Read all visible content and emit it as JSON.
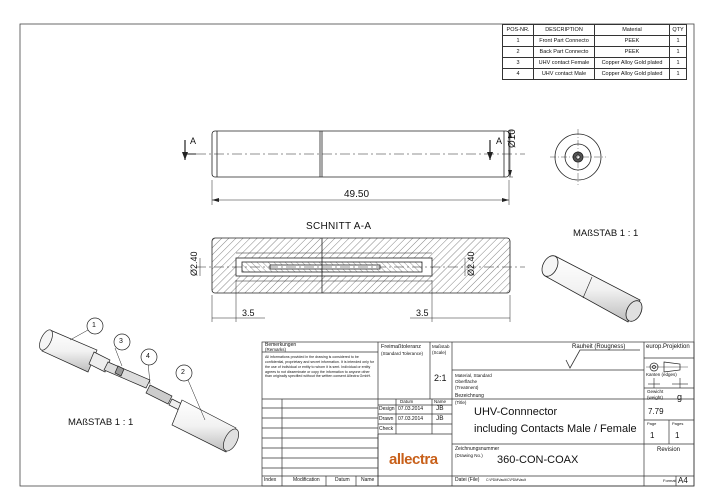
{
  "bom": {
    "headers": [
      "POS-NR.",
      "DESCRIPTION",
      "Material",
      "QTY"
    ],
    "rows": [
      [
        "1",
        "Front Part Connecto",
        "PEEK",
        "1"
      ],
      [
        "2",
        "Back Part Connecto",
        "PEEK",
        "1"
      ],
      [
        "3",
        "UHV contact Female",
        "Copper Alloy Gold plated",
        "1"
      ],
      [
        "4",
        "UHV contact Male",
        "Copper Alloy Gold plated",
        "1"
      ]
    ]
  },
  "drawing": {
    "section_mark": "A",
    "length_dim": "49.50",
    "diameter_dim": "Ø10",
    "section_title": "SCHNITT A-A",
    "inner_diameter_dim": "Ø2.40",
    "small_dim": "3.5",
    "scale_label": "MAßSTAB 1 : 1",
    "balloons": [
      "1",
      "2",
      "3",
      "4"
    ]
  },
  "title_block": {
    "remarks_label": "Bemerkungen",
    "remarks_sub": "(Remarks)",
    "remarks_text": "All informations provided in the drawing is considered to be confidential, proprietary and secret information. It is intended only for the use of individual or entity to whom it is sent. Individual or entity agrees to not disseminate or copy the information to anyone other than originally specified without the written consent Allectra GmbH.",
    "tolerance_label": "Freimaßtoleranz",
    "tolerance_sub": "(Standard Tolerance)",
    "scale_label": "Maßstab",
    "scale_sub": "(Scale)",
    "scale_value": "2:1",
    "material_label": "Material, Standard",
    "surface_label": "Oberfläche",
    "treatment_label": "(Treatment)",
    "roughness_label": "Rauheit (Rougness)",
    "projection_label": "europ.Projektion",
    "edges_label": "Kanten (edges)",
    "weight_label": "Gewicht",
    "weight_sub": "(weight)",
    "weight_unit": "g",
    "weight_value": "7.79",
    "designation_label": "Bezeichnung",
    "designation_sub": "(Title)",
    "title_line1": "UHV-Connnector",
    "title_line2": "including Contacts Male / Female",
    "page_label": "Page",
    "pages_label": "Pages",
    "page_value": "1",
    "pages_value": "1",
    "col_date": "Datum",
    "col_name": "Name",
    "row_design": "Design",
    "row_drawn": "Drawn",
    "row_check": "Check",
    "design_date": "07.03.2014",
    "design_name": "JB",
    "drawn_date": "07.03.2014",
    "drawn_name": "JB",
    "drawing_no_label": "Zeichnungsnummer",
    "drawing_no_sub": "(Drawing No.)",
    "drawing_no": "360-CON-COAX",
    "revision_label": "Revision",
    "logo": "allectra",
    "footer_index": "Index",
    "footer_modification": "Modification",
    "footer_date": "Datum",
    "footer_name": "Name",
    "file_label": "Datei (File)",
    "file_value": "C:\\PDMVault\\C\\PDMVault",
    "format_label": "Format",
    "format_value": "A4"
  }
}
